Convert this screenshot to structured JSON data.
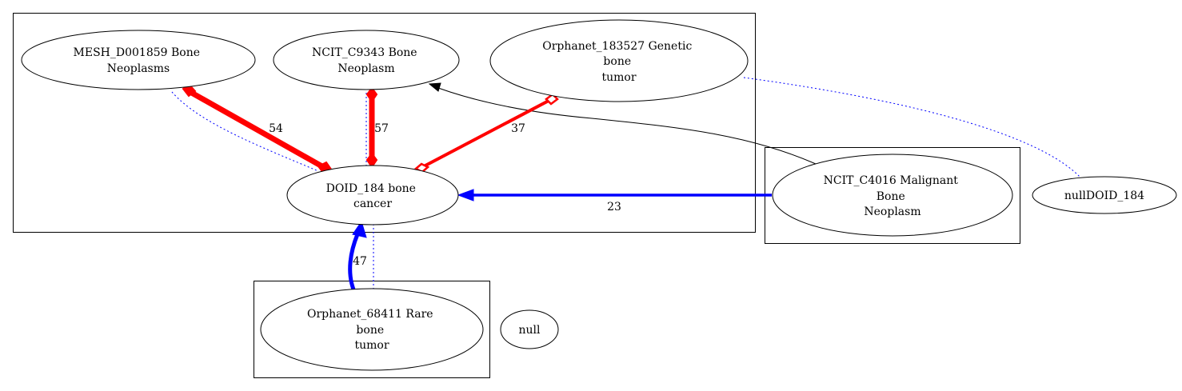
{
  "colors": {
    "equivalent_edge": "#ff0000",
    "subclass_edge": "#0000ff",
    "xref_dotted": "#0000ff",
    "plain_edge": "#000000"
  },
  "nodes": {
    "mesh": [
      "MESH_D001859 Bone",
      "Neoplasms"
    ],
    "ncit9343": [
      "NCIT_C9343 Bone",
      "Neoplasm"
    ],
    "orph183527": [
      "Orphanet_183527 Genetic",
      "bone",
      "tumor"
    ],
    "doid": [
      "DOID_184 bone",
      "cancer"
    ],
    "ncit4016": [
      "NCIT_C4016 Malignant",
      "Bone",
      "Neoplasm"
    ],
    "nulldoid": [
      "nullDOID_184"
    ],
    "orph68411": [
      "Orphanet_68411 Rare",
      "bone",
      "tumor"
    ],
    "null": [
      "null"
    ]
  },
  "edge_labels": {
    "mesh_doid": "54",
    "ncit9343_doid": "57",
    "orph183527_doid": "37",
    "ncit4016_doid": "23",
    "orph68411_doid": "47"
  }
}
